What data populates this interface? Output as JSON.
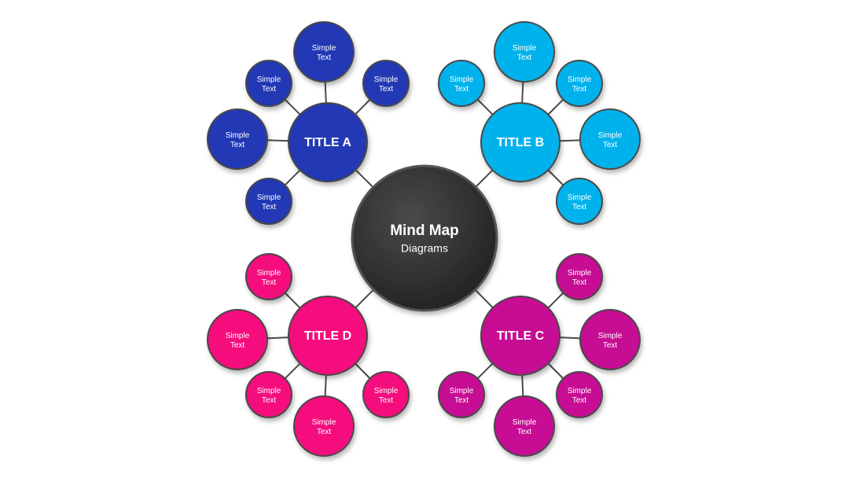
{
  "center": {
    "line1": "Mind Map",
    "line2": "Diagrams",
    "color": "#333333"
  },
  "branches": [
    {
      "title": "TITLE A",
      "color": "#2038b4",
      "leaves": [
        "Simple Text",
        "Simple Text",
        "Simple Text",
        "Simple Text",
        "Simple Text"
      ]
    },
    {
      "title": "TITLE B",
      "color": "#00b2ec",
      "leaves": [
        "Simple Text",
        "Simple Text",
        "Simple Text",
        "Simple Text",
        "Simple Text"
      ]
    },
    {
      "title": "TITLE C",
      "color": "#c60f93",
      "leaves": [
        "Simple Text",
        "Simple Text",
        "Simple Text",
        "Simple Text",
        "Simple Text"
      ]
    },
    {
      "title": "TITLE D",
      "color": "#f5087d",
      "leaves": [
        "Simple Text",
        "Simple Text",
        "Simple Text",
        "Simple Text",
        "Simple Text"
      ]
    }
  ],
  "colors": {
    "outline": "#4a4a4a",
    "connector": "#4a4a4a"
  }
}
